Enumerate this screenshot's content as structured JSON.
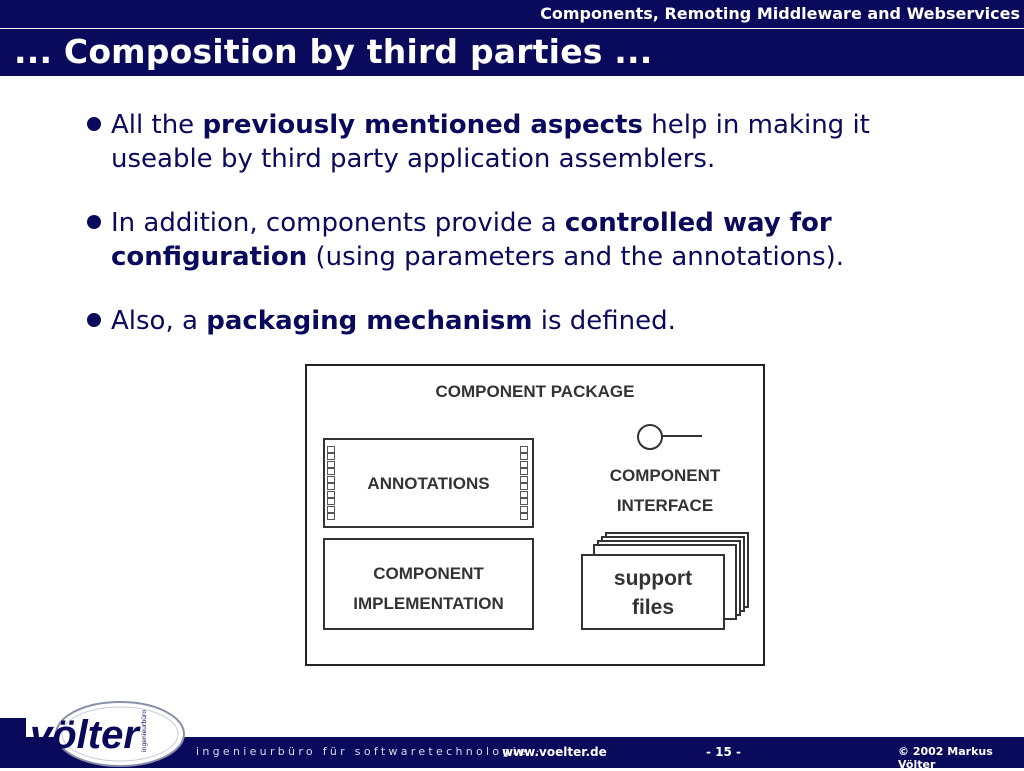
{
  "header": {
    "course_title": "Components, Remoting Middleware and Webservices",
    "slide_title": "... Composition by third parties ..."
  },
  "bullets": [
    {
      "pre": "All the ",
      "bold": "previously mentioned aspects",
      "post": " help in making it useable by third party application assemblers."
    },
    {
      "pre": "In addition, components provide a ",
      "bold": "controlled way for configuration",
      "post": " (using parameters and the annotations)."
    },
    {
      "pre": "Also, a ",
      "bold": "packaging mechanism",
      "post": " is defined."
    }
  ],
  "diagram": {
    "package_title": "COMPONENT PACKAGE",
    "annotations": "ANNOTATIONS",
    "implementation_line1": "COMPONENT",
    "implementation_line2": "IMPLEMENTATION",
    "interface_line1": "COMPONENT",
    "interface_line2": "INTERFACE",
    "support_line1": "support",
    "support_line2": "files"
  },
  "footer": {
    "logo_text": "völter",
    "logo_subtext": "ingenieurbüro",
    "tagline": "ingenieurbüro für softwaretechnologie ·",
    "url": "www.voelter.de",
    "page": "- 15 -",
    "copyright": "© 2002 Markus Völter"
  },
  "colors": {
    "navy": "#0a0a5c",
    "white": "#ffffff"
  }
}
